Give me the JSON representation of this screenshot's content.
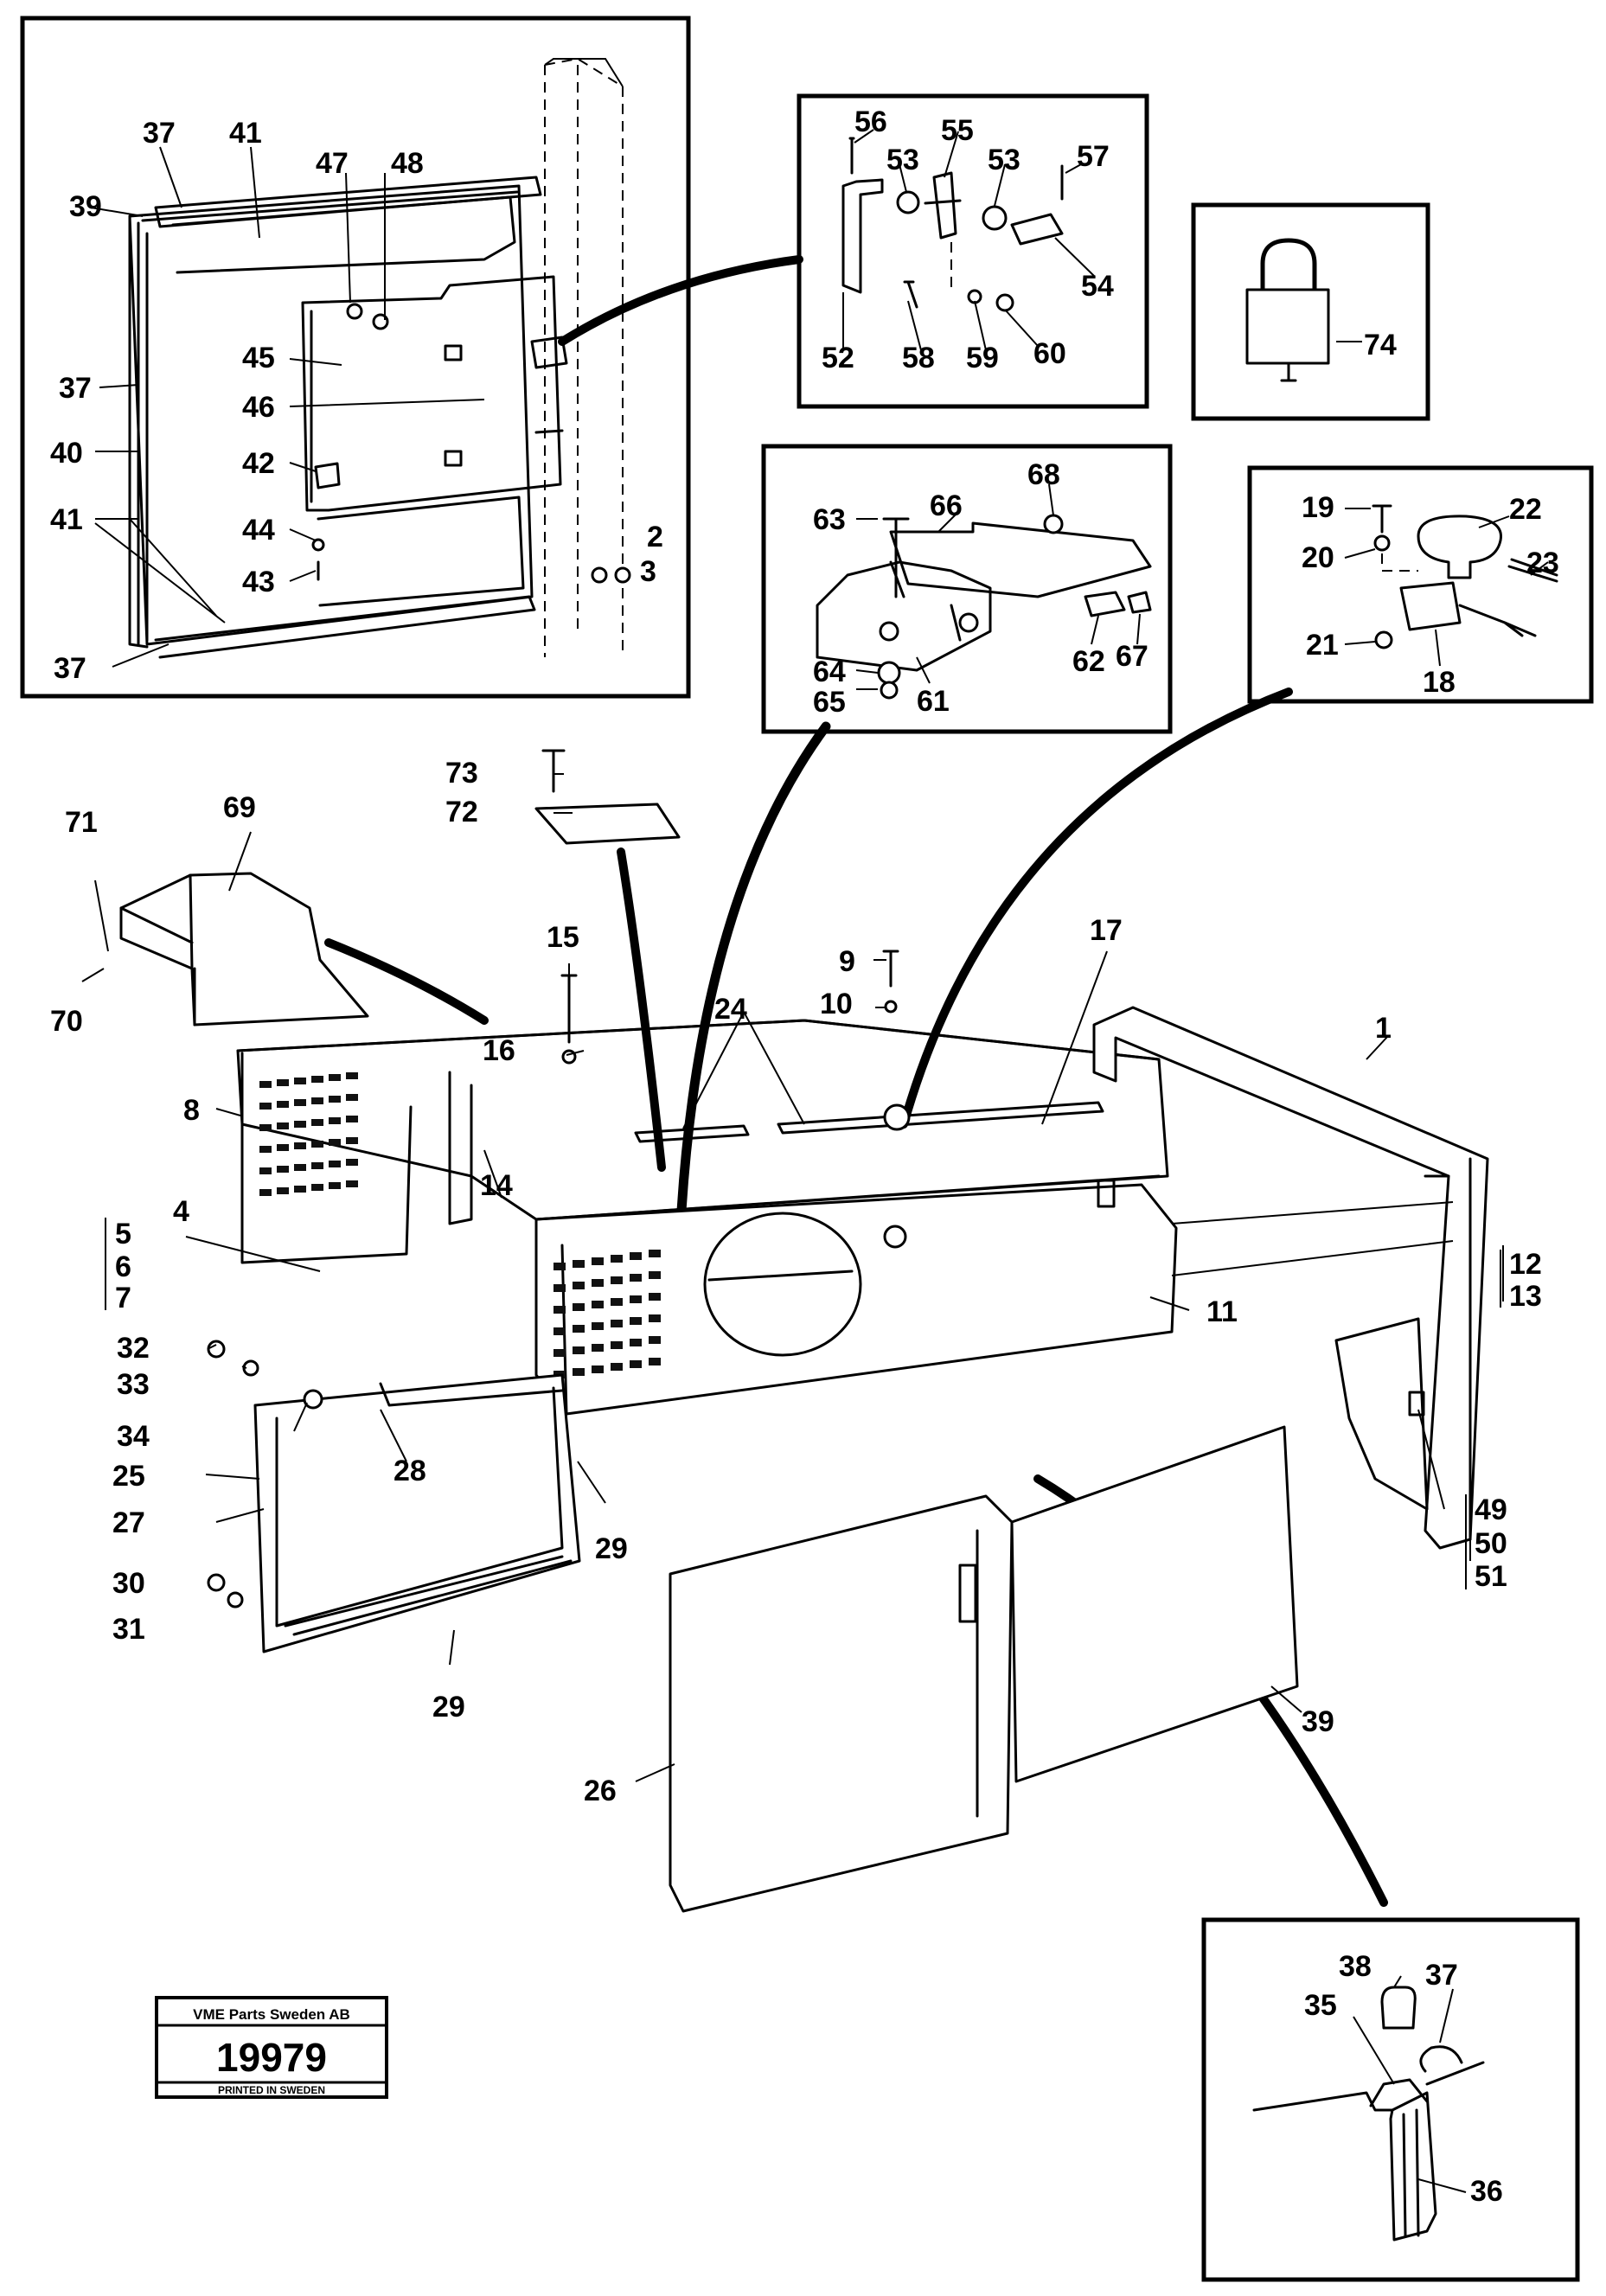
{
  "stamp": {
    "company": "VME Parts Sweden AB",
    "number": "19979",
    "footer": "PRINTED IN SWEDEN"
  },
  "callouts": [
    {
      "id": "c37a",
      "text": "37"
    },
    {
      "id": "c41a",
      "text": "41"
    },
    {
      "id": "c39a",
      "text": "39"
    },
    {
      "id": "c47",
      "text": "47"
    },
    {
      "id": "c48",
      "text": "48"
    },
    {
      "id": "c37b",
      "text": "37"
    },
    {
      "id": "c45",
      "text": "45"
    },
    {
      "id": "c46",
      "text": "46"
    },
    {
      "id": "c40",
      "text": "40"
    },
    {
      "id": "c42",
      "text": "42"
    },
    {
      "id": "c41b",
      "text": "41"
    },
    {
      "id": "c44",
      "text": "44"
    },
    {
      "id": "c43",
      "text": "43"
    },
    {
      "id": "c2",
      "text": "2"
    },
    {
      "id": "c3",
      "text": "3"
    },
    {
      "id": "c37c",
      "text": "37"
    },
    {
      "id": "c56",
      "text": "56"
    },
    {
      "id": "c55",
      "text": "55"
    },
    {
      "id": "c53a",
      "text": "53"
    },
    {
      "id": "c53b",
      "text": "53"
    },
    {
      "id": "c57",
      "text": "57"
    },
    {
      "id": "c54",
      "text": "54"
    },
    {
      "id": "c52",
      "text": "52"
    },
    {
      "id": "c58",
      "text": "58"
    },
    {
      "id": "c59",
      "text": "59"
    },
    {
      "id": "c60",
      "text": "60"
    },
    {
      "id": "c74",
      "text": "74"
    },
    {
      "id": "c63",
      "text": "63"
    },
    {
      "id": "c66",
      "text": "66"
    },
    {
      "id": "c68",
      "text": "68"
    },
    {
      "id": "c64",
      "text": "64"
    },
    {
      "id": "c65",
      "text": "65"
    },
    {
      "id": "c61",
      "text": "61"
    },
    {
      "id": "c62",
      "text": "62"
    },
    {
      "id": "c67",
      "text": "67"
    },
    {
      "id": "c19",
      "text": "19"
    },
    {
      "id": "c22",
      "text": "22"
    },
    {
      "id": "c20",
      "text": "20"
    },
    {
      "id": "c23",
      "text": "23"
    },
    {
      "id": "c21",
      "text": "21"
    },
    {
      "id": "c18",
      "text": "18"
    },
    {
      "id": "c73",
      "text": "73"
    },
    {
      "id": "c72",
      "text": "72"
    },
    {
      "id": "c71",
      "text": "71"
    },
    {
      "id": "c69",
      "text": "69"
    },
    {
      "id": "c70",
      "text": "70"
    },
    {
      "id": "c15",
      "text": "15"
    },
    {
      "id": "c9",
      "text": "9"
    },
    {
      "id": "c10",
      "text": "10"
    },
    {
      "id": "c17",
      "text": "17"
    },
    {
      "id": "c24",
      "text": "24"
    },
    {
      "id": "c16",
      "text": "16"
    },
    {
      "id": "c1",
      "text": "1"
    },
    {
      "id": "c8",
      "text": "8"
    },
    {
      "id": "c14",
      "text": "14"
    },
    {
      "id": "c4",
      "text": "4"
    },
    {
      "id": "c5",
      "text": "5"
    },
    {
      "id": "c6",
      "text": "6"
    },
    {
      "id": "c7",
      "text": "7"
    },
    {
      "id": "c12",
      "text": "12"
    },
    {
      "id": "c13",
      "text": "13"
    },
    {
      "id": "c11",
      "text": "11"
    },
    {
      "id": "c32",
      "text": "32"
    },
    {
      "id": "c33",
      "text": "33"
    },
    {
      "id": "c34",
      "text": "34"
    },
    {
      "id": "c28",
      "text": "28"
    },
    {
      "id": "c25",
      "text": "25"
    },
    {
      "id": "c27",
      "text": "27"
    },
    {
      "id": "c29a",
      "text": "29"
    },
    {
      "id": "c30",
      "text": "30"
    },
    {
      "id": "c31",
      "text": "31"
    },
    {
      "id": "c29b",
      "text": "29"
    },
    {
      "id": "c49",
      "text": "49"
    },
    {
      "id": "c50",
      "text": "50"
    },
    {
      "id": "c51",
      "text": "51"
    },
    {
      "id": "c39b",
      "text": "39"
    },
    {
      "id": "c26",
      "text": "26"
    },
    {
      "id": "c38",
      "text": "38"
    },
    {
      "id": "c37d",
      "text": "37"
    },
    {
      "id": "c35",
      "text": "35"
    },
    {
      "id": "c36",
      "text": "36"
    }
  ]
}
